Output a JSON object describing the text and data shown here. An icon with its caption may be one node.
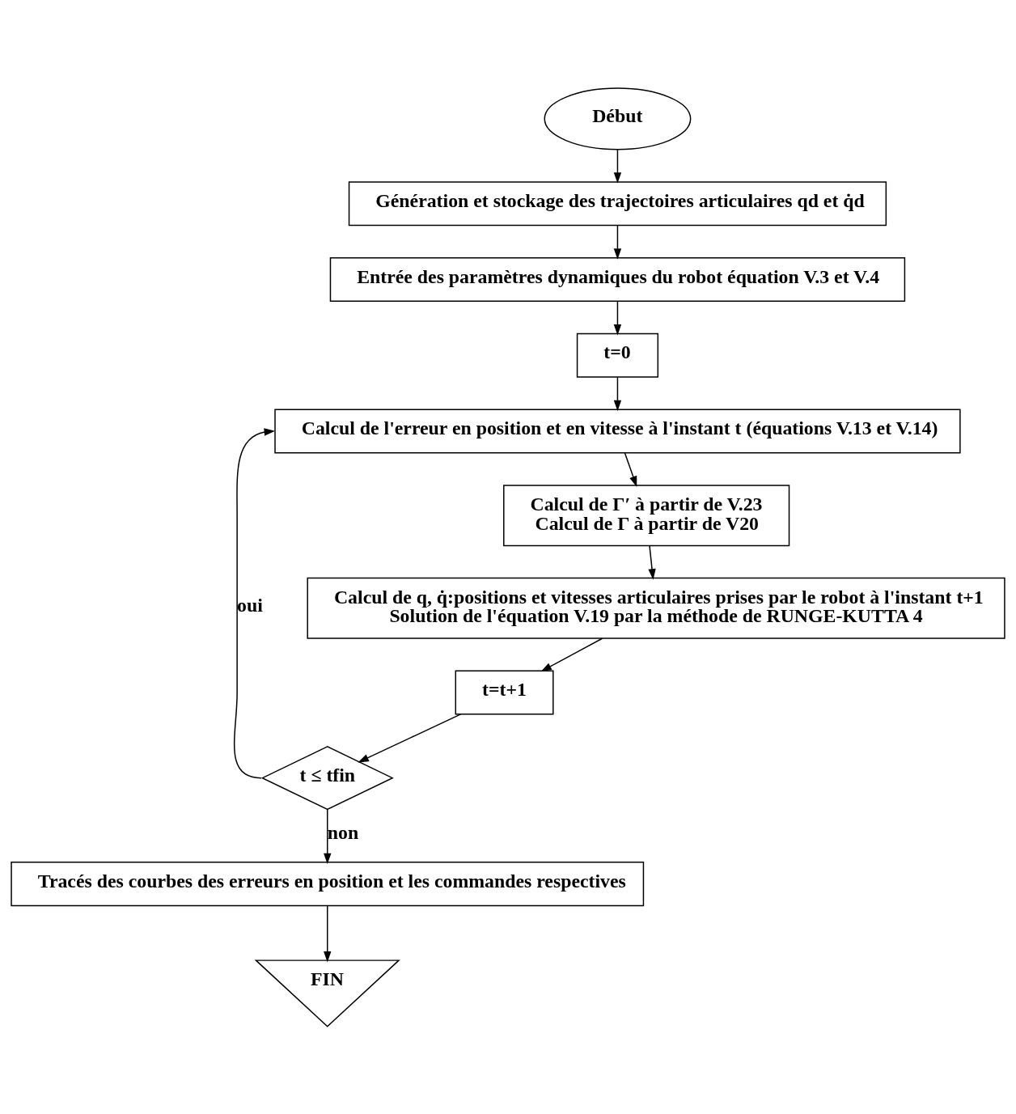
{
  "diagram": {
    "nodes": [
      {
        "text": [
          "Début"
        ]
      },
      {
        "text": [
          "Génération et stockage des trajectoires articulaires qd et q̇d"
        ]
      },
      {
        "text": [
          "Entrée des paramètres dynamiques du robot équation V.3 et V.4"
        ]
      },
      {
        "text": [
          "t=0"
        ]
      },
      {
        "text": [
          "Calcul de l'erreur en position et en vitesse à l'instant t (équations V.13 et V.14)"
        ]
      },
      {
        "text": [
          "Calcul de Γ′ à partir de V.23",
          "Calcul de Γ à partir de V20"
        ]
      },
      {
        "text": [
          "Calcul de q, q̇:positions et vitesses articulaires prises par le robot à l'instant t+1",
          "Solution de l'équation V.19 par la méthode de RUNGE-KUTTA 4"
        ]
      },
      {
        "text": [
          "t=t+1"
        ]
      },
      {
        "text": [
          "t ≤ tfin"
        ]
      },
      {
        "text": [
          "Tracés des courbes des erreurs en position et les commandes respectives"
        ]
      },
      {
        "text": [
          "FIN"
        ]
      }
    ],
    "edges": [
      {
        "from": 0,
        "to": 1,
        "arrow": "to"
      },
      {
        "from": 1,
        "to": 2,
        "arrow": "to"
      },
      {
        "from": 2,
        "to": 3,
        "arrow": "to"
      },
      {
        "from": 3,
        "to": 4,
        "arrow": "to"
      },
      {
        "from": 4,
        "to": 5,
        "arrow": "to"
      },
      {
        "from": 5,
        "to": 6,
        "arrow": "to"
      },
      {
        "from": 6,
        "to": 7,
        "arrow": "to"
      },
      {
        "from": 7,
        "to": 8,
        "arrow": "to"
      },
      {
        "from": 8,
        "to": 4,
        "arrow": "to",
        "label": "oui"
      },
      {
        "from": 8,
        "to": 9,
        "arrow": "to",
        "label": "non"
      },
      {
        "from": 9,
        "to": 10,
        "arrow": "to"
      }
    ]
  }
}
